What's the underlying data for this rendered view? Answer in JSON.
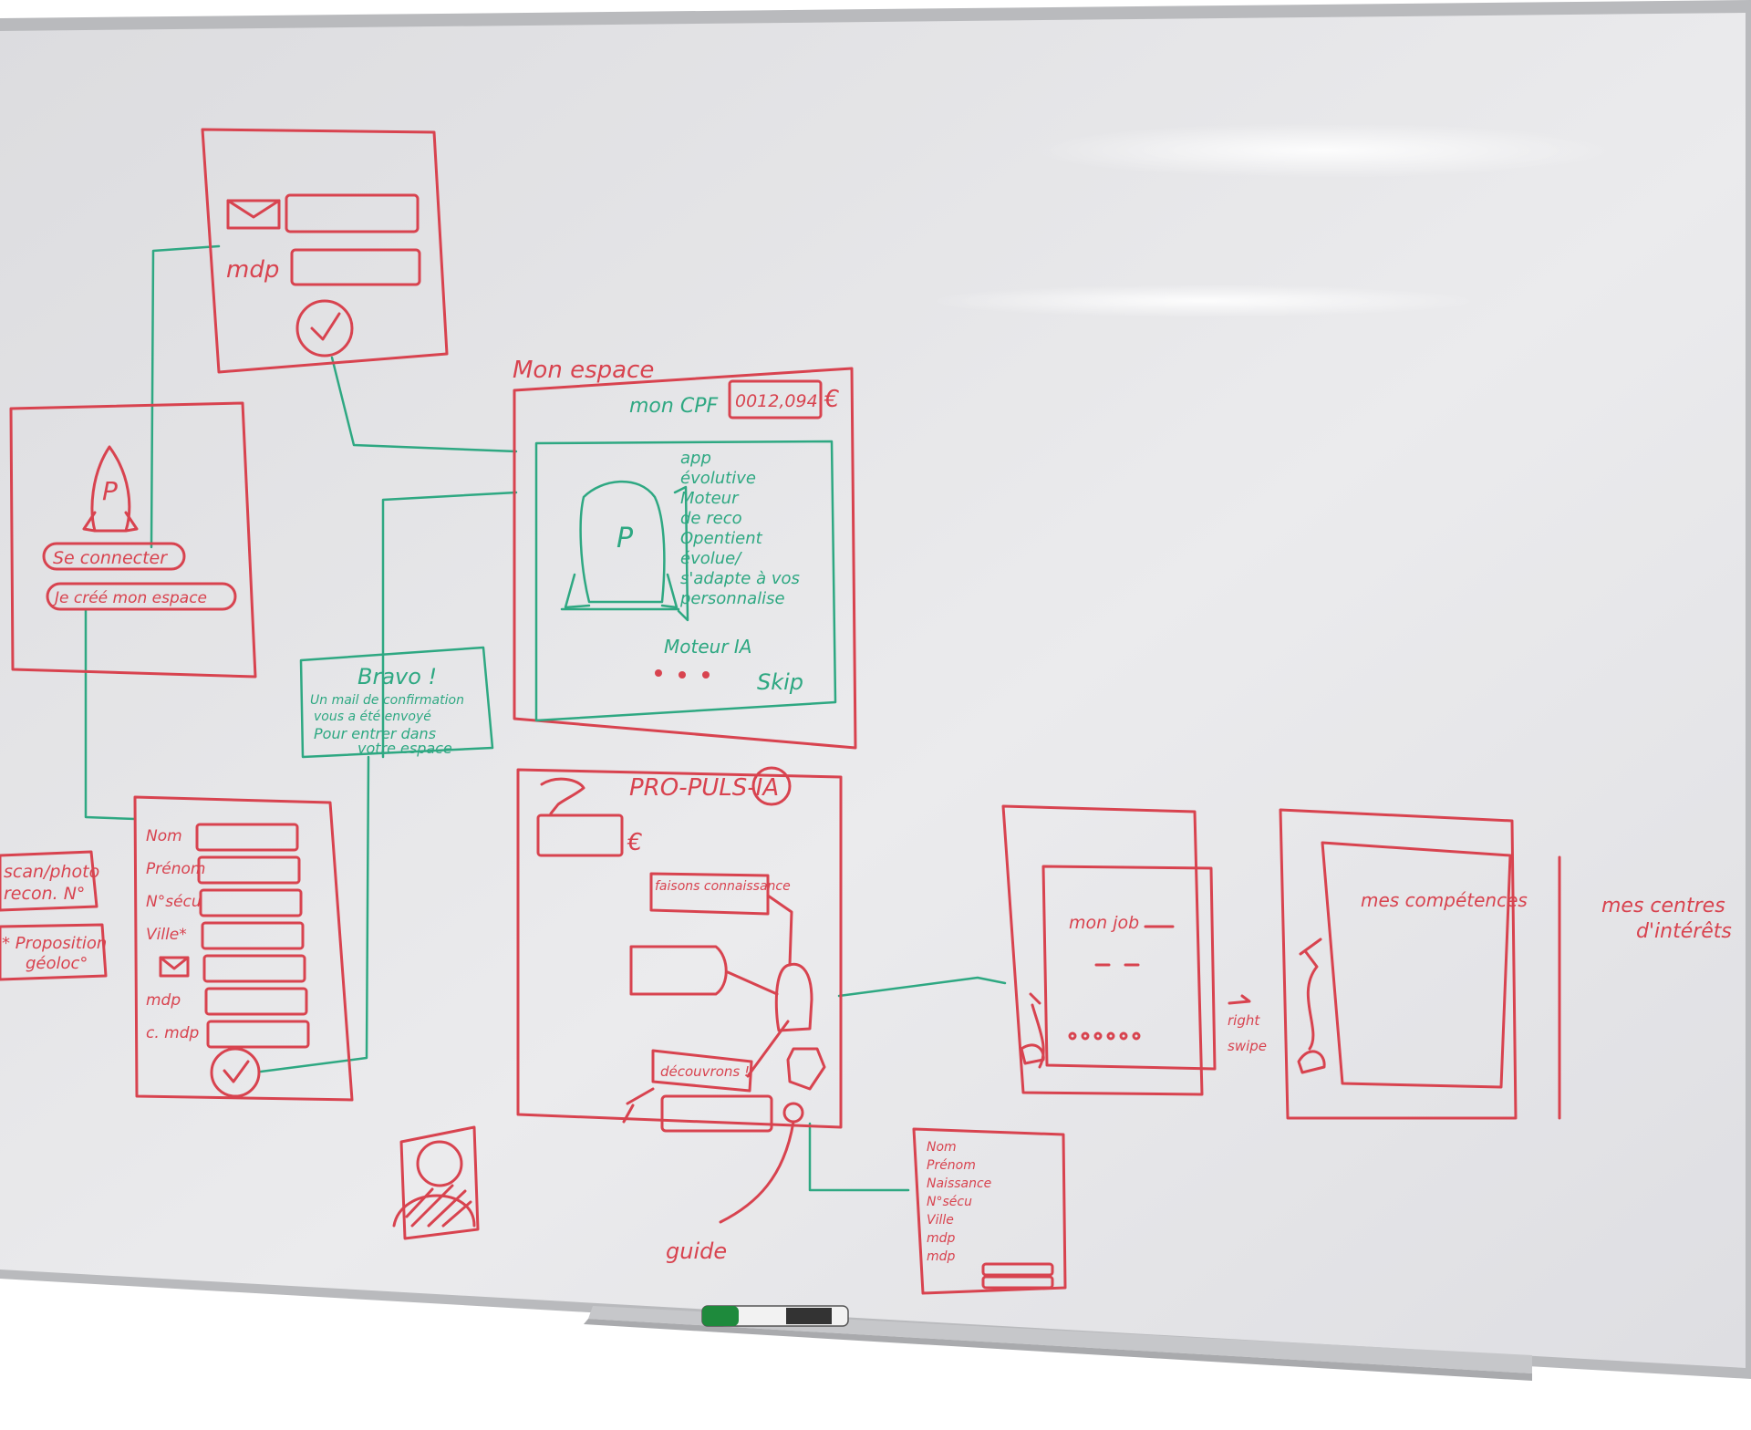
{
  "login_screen": {
    "mdp_label": "mdp"
  },
  "welcome_screen": {
    "rocket_letter": "P",
    "connect_button": "Se connecter",
    "create_button": "Je créé mon espace"
  },
  "confirmation_bubble": {
    "title": "Bravo !",
    "line1": "Un mail de confirmation",
    "line2": "vous a été envoyé",
    "line3": "Pour entrer dans",
    "line4": "votre espace"
  },
  "signup_form": {
    "fields": [
      "Nom",
      "Prénom",
      "N°sécu",
      "Ville*",
      "",
      "mdp",
      "c. mdp"
    ]
  },
  "side_notes": {
    "scan_note_line1": "scan/photo",
    "scan_note_line2": "recon. N°",
    "geoloc_note_line1": "* Proposition",
    "geoloc_note_line2": "géoloc°"
  },
  "my_space": {
    "title": "Mon espace",
    "cpf_label": "mon CPF",
    "cpf_value": "0012,094",
    "currency": "€",
    "onboarding_letter": "P",
    "onboarding_text": [
      "app",
      "évolutive",
      "Moteur",
      "de reco",
      "Opentient",
      "évolue/",
      "s'adapte à vos",
      "personnalise"
    ],
    "engine_label": "Moteur IA",
    "skip_label": "Skip"
  },
  "dashboard": {
    "brand": "PRO-PULS-IA",
    "currency": "€",
    "tag_top": "faisons connaissance",
    "tag_bottom": "découvrons !",
    "guide_label": "guide"
  },
  "profile_list": {
    "items": [
      "Nom",
      "Prénom",
      "Naissance",
      "N°sécu",
      "Ville",
      "mdp",
      "mdp"
    ]
  },
  "jobs_screen": {
    "label": "mon job",
    "swipe_label1": "right",
    "swipe_label2": "swipe"
  },
  "skills_screen": {
    "label": "mes compétences"
  },
  "interests_note": {
    "line1": "mes centres",
    "line2": "d'intérêts"
  }
}
